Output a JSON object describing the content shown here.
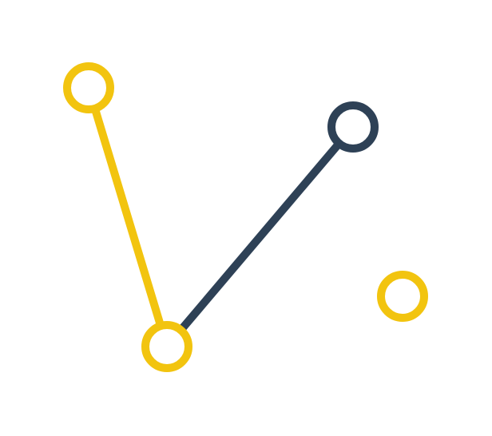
{
  "colors": {
    "background": "#ffffff",
    "yellow": "#F2C40F",
    "navy": "#2E4156"
  },
  "graph": {
    "nodes": [
      {
        "id": "node-top-left",
        "color": "yellow"
      },
      {
        "id": "node-bottom",
        "color": "yellow"
      },
      {
        "id": "node-top-right",
        "color": "navy"
      },
      {
        "id": "node-isolated",
        "color": "yellow"
      }
    ],
    "edges": [
      {
        "id": "edge-yellow",
        "from": "node-top-left",
        "to": "node-bottom",
        "color": "yellow"
      },
      {
        "id": "edge-navy",
        "from": "node-bottom",
        "to": "node-top-right",
        "color": "navy"
      }
    ]
  }
}
